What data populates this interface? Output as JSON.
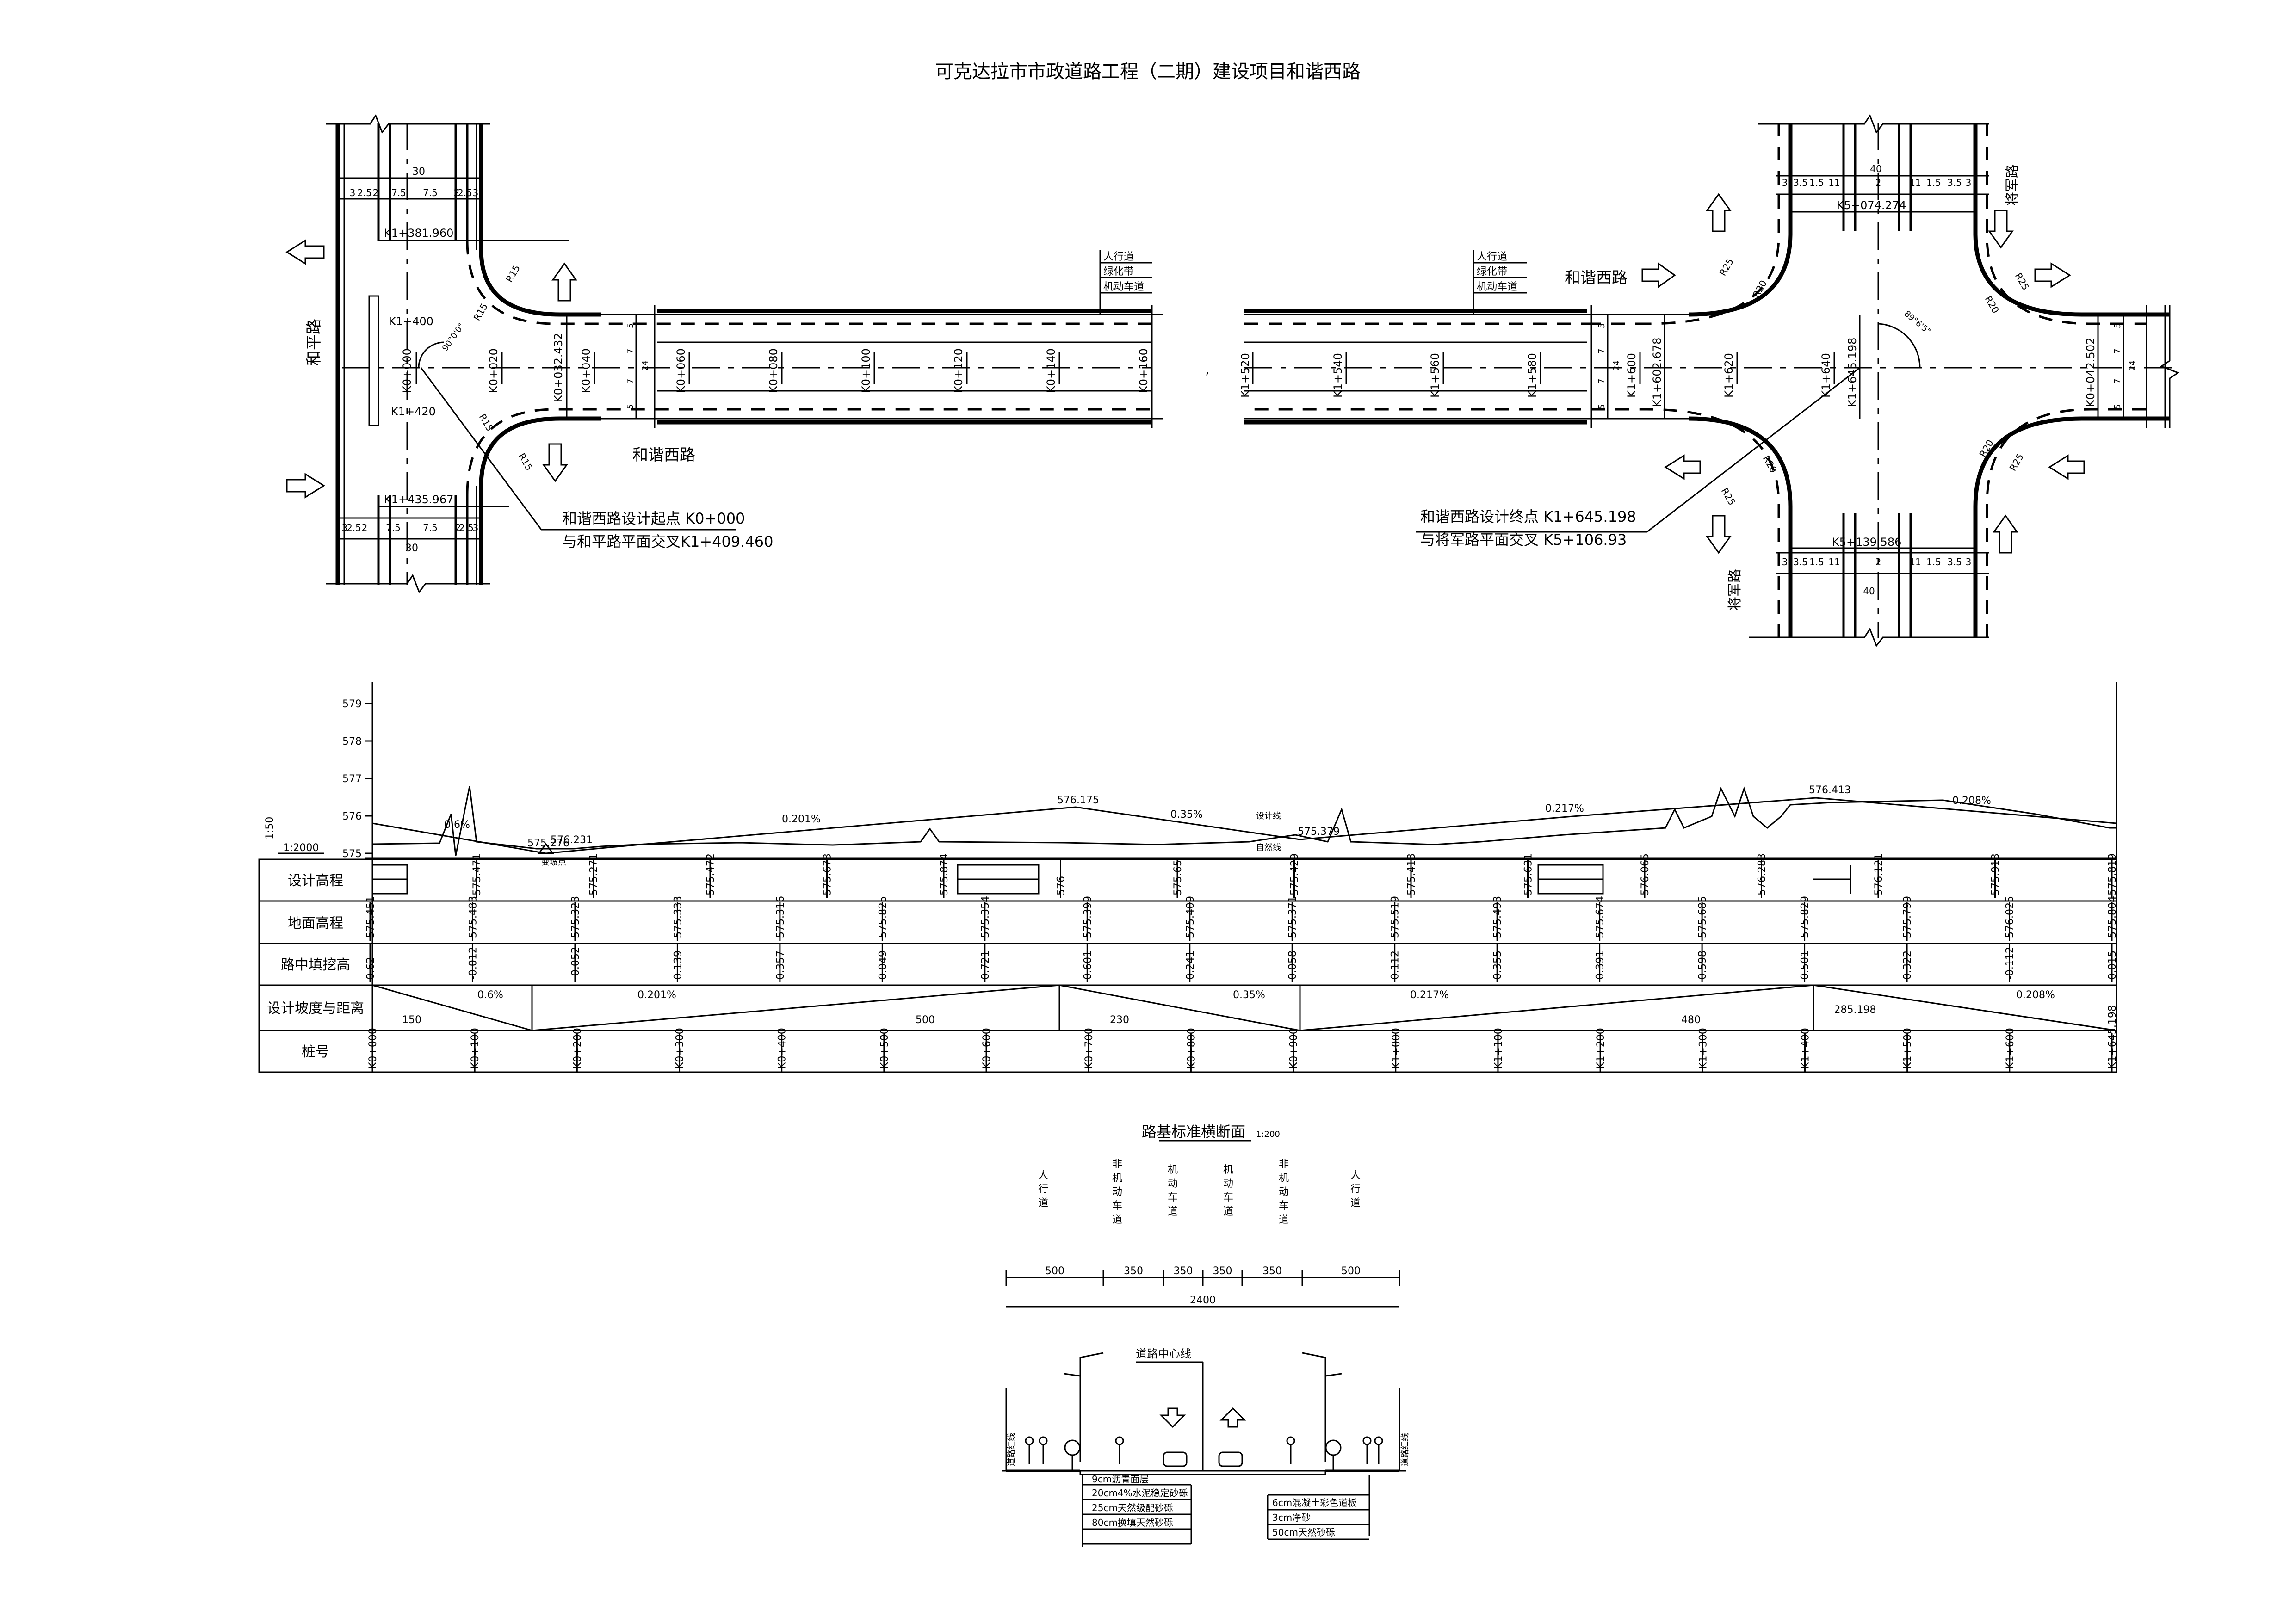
{
  "title": "可克达拉市市政道路工程（二期）建设项目和谐西路",
  "plan_left": {
    "cross_road": "和平路",
    "road": "和谐西路",
    "stations": [
      "K0+000",
      "K0+020",
      "K0+032.432",
      "K0+040",
      "K0+060",
      "K0+080",
      "K0+100",
      "K0+120",
      "K0+140",
      "K0+160"
    ],
    "top_dims": [
      "3",
      "2.5",
      "2",
      "7.5",
      "7.5",
      "2",
      "2.5",
      "3"
    ],
    "top_total": "30",
    "bot_dims": [
      "3",
      "2.5",
      "2",
      "7.5",
      "7.5",
      "2",
      "2.5",
      "3"
    ],
    "bot_total": "30",
    "cross_stations": [
      "K1+381.960",
      "K1+400",
      "K1+420",
      "K1+435.967"
    ],
    "radius": "R15",
    "angle": "90°0'0\"",
    "width_dims": [
      "5",
      "7",
      "7",
      "5"
    ],
    "width_total": "24",
    "legend": [
      "人行道",
      "绿化带",
      "机动车道"
    ],
    "note1": "和谐西路设计起点  K0+000",
    "note2": "与和平路平面交叉K1+409.460"
  },
  "plan_right": {
    "cross_road": "将军路",
    "road": "和谐西路",
    "stations": [
      "K1+520",
      "K1+540",
      "K1+560",
      "K1+580",
      "K1+600",
      "K1+602.678",
      "K1+620",
      "K1+640",
      "K1+645.198",
      "K0+042.502"
    ],
    "top_dims": [
      "3",
      "3.5",
      "1.5",
      "11",
      "2",
      "11",
      "1.5",
      "3.5",
      "3"
    ],
    "top_total": "40",
    "bot_dims": [
      "3",
      "3.5",
      "1.5",
      "11",
      "2",
      "11",
      "1.5",
      "3.5",
      "3"
    ],
    "bot_total": "40",
    "cross_stations": [
      "K5+074.274",
      "K5+139.586"
    ],
    "radius": "R25",
    "radius2": "R20",
    "angle": "89°6'5\"",
    "width_dims": [
      "5",
      "7",
      "7",
      "5"
    ],
    "width_total": "24",
    "legend": [
      "人行道",
      "绿化带",
      "机动车道"
    ],
    "note1": "和谐西路设计终点  K1+645.198",
    "note2": "与将军路平面交叉  K5+106.93"
  },
  "profile": {
    "scale_v": "1:50",
    "scale_h": "1:2000",
    "y_ticks": [
      "579",
      "578",
      "577",
      "576",
      "575"
    ],
    "vertical_curve_labels": [
      "575.276",
      "576.231",
      "576.175",
      "575.379",
      "576.413"
    ],
    "grade_labels": [
      "0.6%",
      "0.201%",
      "0.35%",
      "0.217%",
      "0.208%"
    ],
    "annotations": [
      "设计线",
      "自然线",
      "变坡点"
    ],
    "row_headers": [
      "设计高程",
      "地面高程",
      "路中填挖高",
      "设计坡度与距离",
      "桩号"
    ],
    "design_elev": [
      "575.471",
      "575.271",
      "575.472",
      "575.673",
      "575.874",
      "576",
      "575.65",
      "575.429",
      "575.413",
      "575.631",
      "576.065",
      "576.283",
      "576.121",
      "575.913",
      "575.819"
    ],
    "ground_elev": [
      "575.451",
      "575.483",
      "575.323",
      "575.333",
      "575.316",
      "575.825",
      "575.354",
      "575.399",
      "575.409",
      "575.371",
      "575.519",
      "575.493",
      "575.674",
      "575.685",
      "575.829",
      "575.799",
      "576.025",
      "575.804"
    ],
    "cut_fill": [
      "0.62",
      "-0.012",
      "-0.052",
      "0.139",
      "0.357",
      "0.049",
      "0.721",
      "0.601",
      "0.241",
      "0.058",
      "0.112",
      "0.355",
      "0.391",
      "0.598",
      "0.501",
      "0.322",
      "-0.112",
      "0.015"
    ],
    "grades": [
      {
        "grade": "0.6%",
        "length": "150"
      },
      {
        "grade": "0.201%",
        "length": "500"
      },
      {
        "grade": "0.35%",
        "length": "230"
      },
      {
        "grade": "0.217%",
        "length": "480"
      },
      {
        "grade": "0.208%",
        "length": "285.198"
      }
    ],
    "stations": [
      "K0+000",
      "K0+100",
      "K0+200",
      "K0+300",
      "K0+400",
      "K0+500",
      "K0+600",
      "K0+700",
      "K0+800",
      "K0+900",
      "K1+000",
      "K1+100",
      "K1+200",
      "K1+300",
      "K1+400",
      "K1+500",
      "K1+600",
      "K1+645.198"
    ]
  },
  "section": {
    "title": "路基标准横断面",
    "scale": "1:200",
    "lanes": [
      "人行道",
      "非机动车道",
      "机动车道",
      "机动车道",
      "非机动车道",
      "人行道"
    ],
    "dims": [
      "500",
      "350",
      "350",
      "350",
      "350",
      "500"
    ],
    "total": "2400",
    "center_label": "道路中心线",
    "side_label": "道路红线",
    "layers_left": [
      "9cm沥青面层",
      "20cm4%水泥稳定砂砾",
      "25cm天然级配砂砾",
      "80cm换填天然砂砾"
    ],
    "layers_right": [
      "6cm混凝土彩色道板",
      "3cm净砂",
      "50cm天然砂砾"
    ]
  }
}
